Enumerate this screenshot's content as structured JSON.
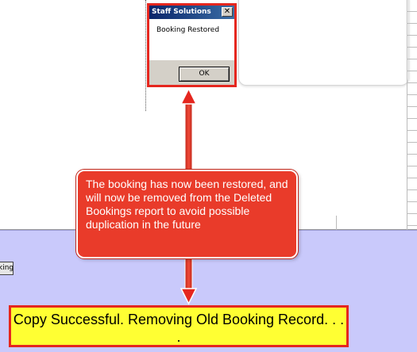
{
  "dialog": {
    "title": "Staff Solutions",
    "close_glyph": "✕",
    "message": "Booking Restored",
    "ok_label": "OK"
  },
  "background": {
    "partial_button_label": "king"
  },
  "callout": {
    "text": "The booking has now been restored, and will now be removed from the Deleted Bookings report to avoid possible duplication in the future"
  },
  "status": {
    "text": "Copy Successful. Removing Old Booking Record. . . ."
  },
  "colors": {
    "annotation_red": "#e5261e",
    "callout_fill": "#e93b2a",
    "banner_yellow": "#ffff33",
    "lavender_background": "#c9c9fb",
    "titlebar_blue": "#0a246a"
  },
  "icons": {
    "arrow": "double-headed-arrow"
  }
}
